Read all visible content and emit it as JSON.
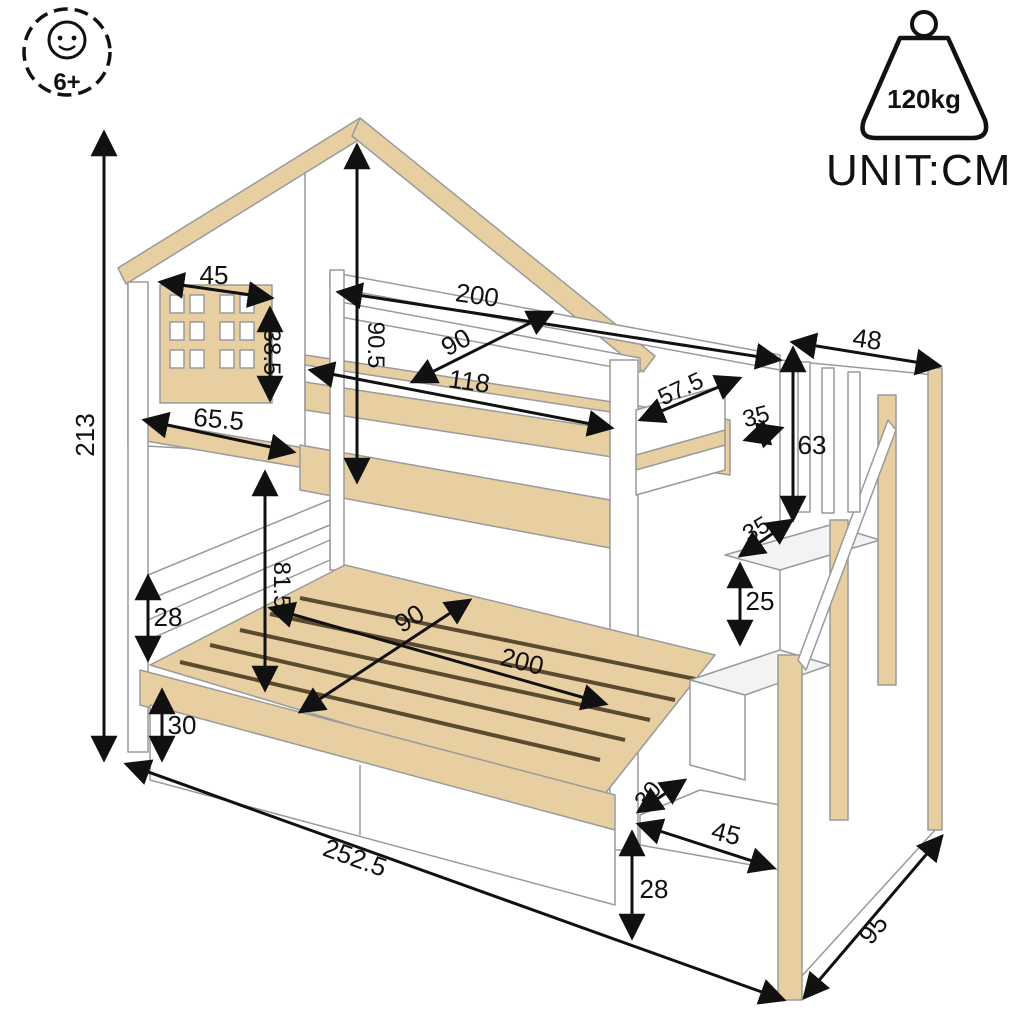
{
  "badges": {
    "age": "6+",
    "weight": "120kg",
    "unit": "UNIT:CM"
  },
  "dimensions": {
    "total_height": "213",
    "total_length": "252.5",
    "depth": "95",
    "window_width": "45",
    "window_height": "38.5",
    "gable_base": "65.5",
    "upper_headroom": "90.5",
    "upper_length": "200",
    "upper_width": "90",
    "upper_inner": "118",
    "upper_guard_opening": "57.5",
    "stair_depth": "48",
    "stair_rail_height": "63",
    "upper_step_gap": "35",
    "stair_step_depth": "35",
    "stair_step_height": "25",
    "lower_clearance": "81.5",
    "lower_width": "90",
    "lower_length": "200",
    "lower_guard_height": "28",
    "lower_base_height": "30",
    "stair_front_rail": "30",
    "bottom_step_depth": "45",
    "bottom_step_height": "28"
  },
  "colors": {
    "wood": "#e8cfa2",
    "wood_dark": "#cfae78",
    "white": "#ffffff",
    "outline": "#9a9a9a",
    "ink": "#111111"
  }
}
